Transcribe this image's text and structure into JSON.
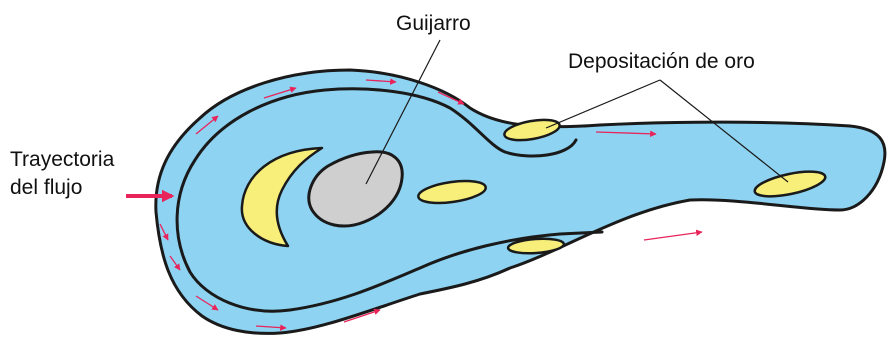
{
  "labels": {
    "pebble": "Guijarro",
    "gold_deposition": "Depositación de oro",
    "flow_path_line1": "Trayectoria",
    "flow_path_line2": "del flujo"
  },
  "colors": {
    "water": "#8ed3f2",
    "outline": "#1a1a1a",
    "gold": "#f7ef79",
    "pebble": "#cfcfcf",
    "flow_arrow": "#e8245a",
    "background": "#ffffff"
  },
  "icons": {
    "flow_arrow": "arrow-right-icon"
  }
}
